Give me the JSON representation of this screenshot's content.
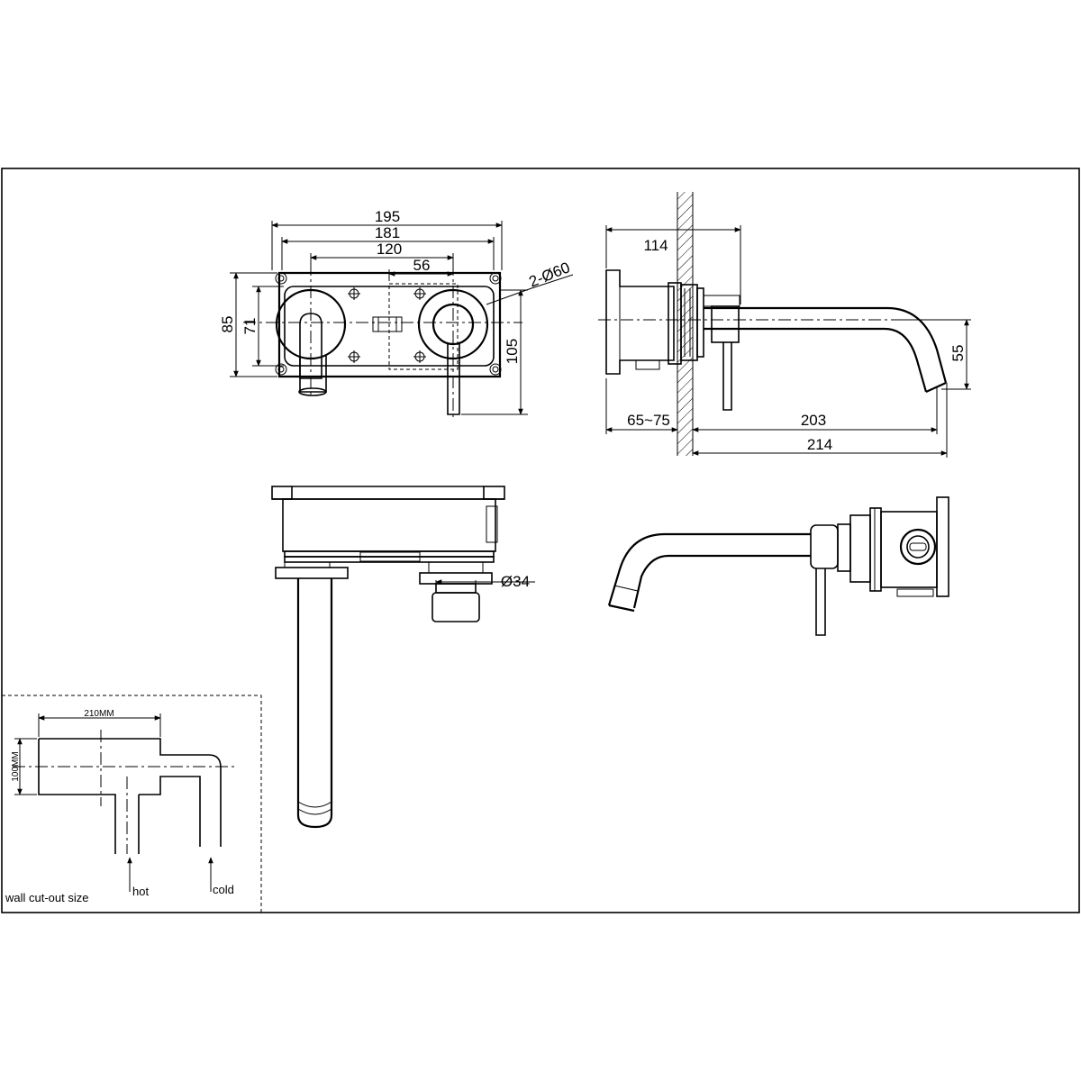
{
  "front_view": {
    "dims": {
      "width_overall": "195",
      "width_frame": "181",
      "width_centers": "120",
      "width_half": "56",
      "height_overall": "85",
      "height_frame": "71",
      "height_total": "105",
      "cover_diameter": "2-Ø60"
    }
  },
  "side_view": {
    "dims": {
      "body_depth": "114",
      "wall_range": "65~75",
      "spout_reach": "203",
      "total_reach": "214",
      "spout_drop": "55"
    }
  },
  "top_view": {
    "dims": {
      "handle_diameter": "Ø34"
    }
  },
  "cutout": {
    "width_label": "210MM",
    "height_label": "100MM",
    "hot_label": "hot",
    "cold_label": "cold",
    "caption": "wall cut-out size"
  }
}
